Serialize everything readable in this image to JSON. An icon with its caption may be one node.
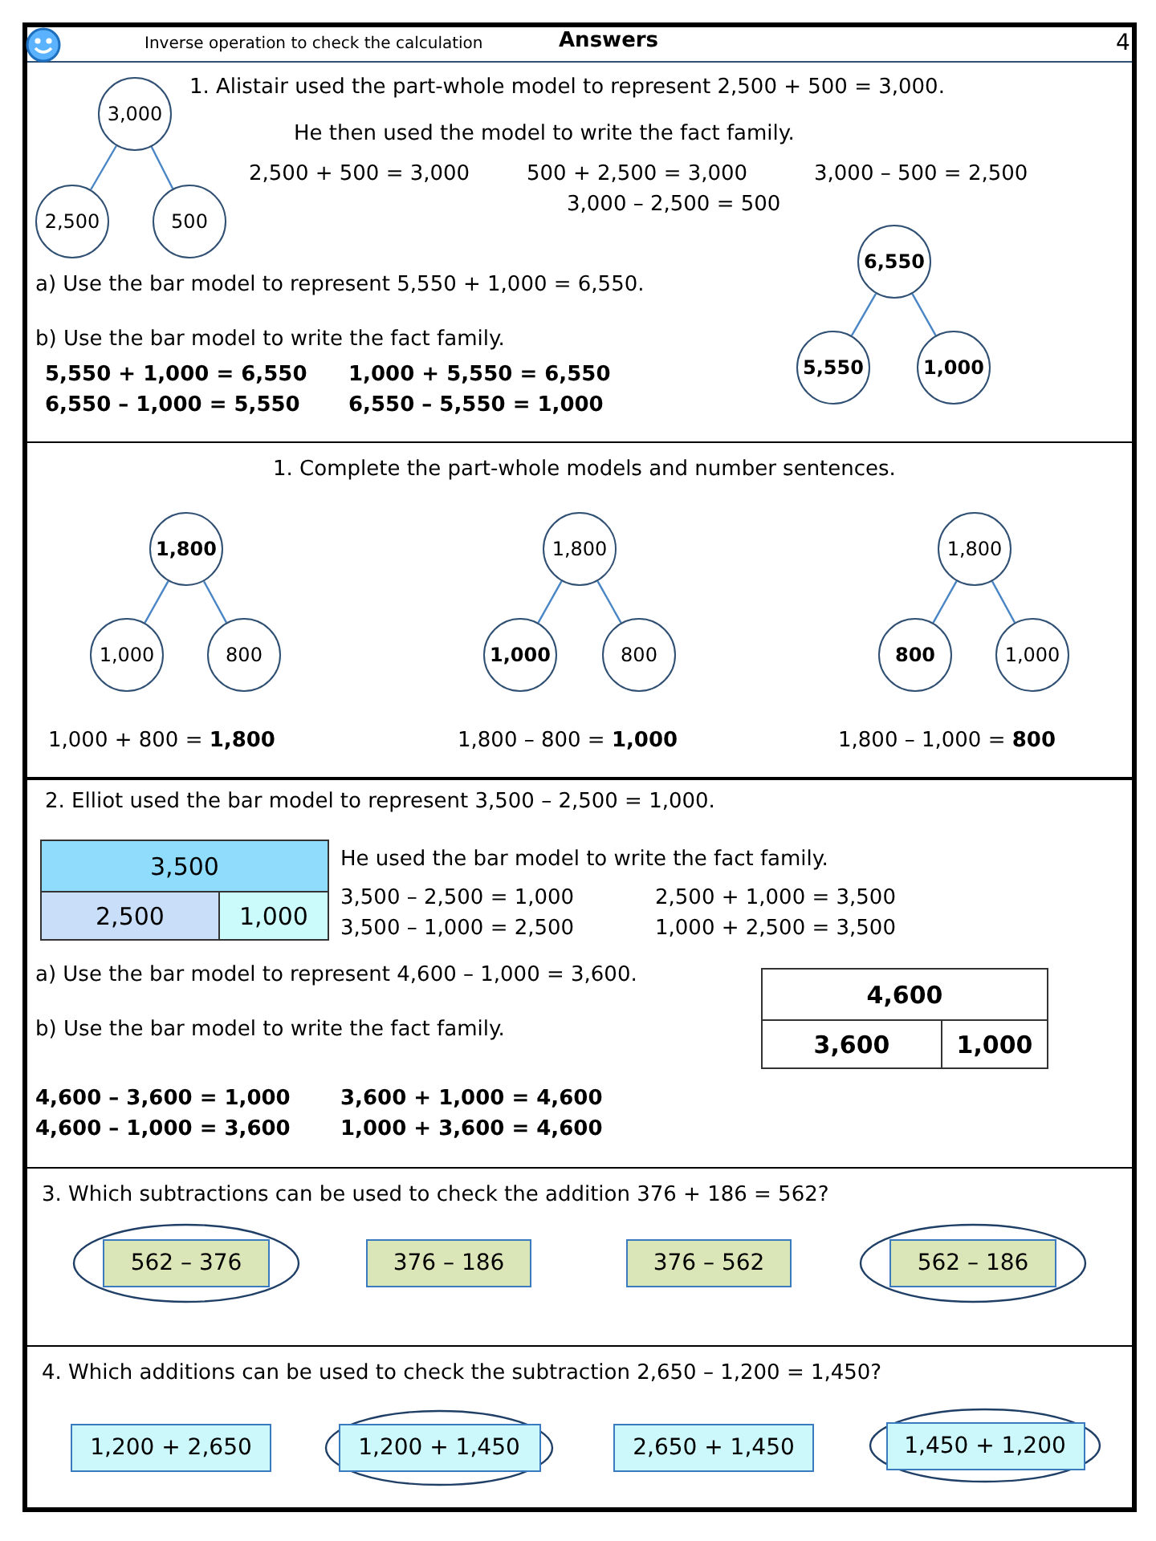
{
  "diagram": {
    "title": "Inverse operation to check the calculation",
    "nodes": [
      {
        "text": [
          "3,000"
        ]
      },
      {
        "text": [
          "2,500"
        ]
      },
      {
        "text": [
          "500"
        ]
      },
      {
        "text": [
          "6,550"
        ]
      },
      {
        "text": [
          "5,550"
        ]
      },
      {
        "text": [
          "1,000"
        ]
      },
      {
        "text": [
          "1,800"
        ]
      },
      {
        "text": [
          "1,000"
        ]
      },
      {
        "text": [
          "800"
        ]
      },
      {
        "text": [
          "1,800"
        ]
      },
      {
        "text": [
          "1,000"
        ]
      },
      {
        "text": [
          "800"
        ]
      },
      {
        "text": [
          "1,800"
        ]
      },
      {
        "text": [
          "800"
        ]
      },
      {
        "text": [
          "1,000"
        ]
      },
      {
        "text": [
          "3,500"
        ]
      },
      {
        "text": [
          "2,500"
        ]
      },
      {
        "text": [
          "1,000"
        ]
      },
      {
        "text": [
          "4,600"
        ]
      },
      {
        "text": [
          "3,600"
        ]
      },
      {
        "text": [
          "1,000"
        ]
      },
      {
        "text": [],
        "shape": "ellipse"
      },
      {
        "text": [
          "562 – 376"
        ],
        "in": 21
      },
      {
        "text": [
          "376 – 186"
        ]
      },
      {
        "text": [
          "376 – 562"
        ]
      },
      {
        "text": [],
        "shape": "ellipse"
      },
      {
        "text": [
          "562 – 186"
        ],
        "in": 25
      },
      {
        "text": [
          "1,200 + 2,650"
        ]
      },
      {
        "text": [],
        "shape": "ellipse"
      },
      {
        "text": [
          "1,200 + 1,450"
        ],
        "in": 28
      },
      {
        "text": [
          "2,650 + 1,450"
        ]
      },
      {
        "text": [],
        "shape": "ellipse"
      },
      {
        "text": [
          "1,450 + 1,200"
        ],
        "in": 31
      }
    ],
    "edges": [
      {
        "from": 0,
        "to": 1,
        "arrow": "none"
      },
      {
        "from": 0,
        "to": 2,
        "arrow": "none"
      },
      {
        "from": 3,
        "to": 4,
        "arrow": "none"
      },
      {
        "from": 3,
        "to": 5,
        "arrow": "none"
      },
      {
        "from": 6,
        "to": 7,
        "arrow": "none"
      },
      {
        "from": 6,
        "to": 8,
        "arrow": "none"
      },
      {
        "from": 9,
        "to": 10,
        "arrow": "none"
      },
      {
        "from": 9,
        "to": 11,
        "arrow": "none"
      },
      {
        "from": 12,
        "to": 13,
        "arrow": "none"
      },
      {
        "from": 12,
        "to": 14,
        "arrow": "none"
      }
    ],
    "labels": [
      "Answers",
      "4",
      "1. Alistair used the part-whole model to represent 2,500 + 500 = 3,000.",
      "He then used the model to write the fact family.",
      "2,500 + 500 = 3,000",
      "500 + 2,500 = 3,000",
      "3,000 – 500 = 2,500",
      "3,000 – 2,500 = 500",
      "a) Use the bar model to represent 5,550 + 1,000 = 6,550.",
      "b) Use the bar model to write the fact family.",
      "5,550 + 1,000 = 6,550",
      "1,000 + 5,550 = 6,550",
      "6,550 – 1,000 = 5,550",
      "6,550 – 5,550 = 1,000",
      "1. Complete the part-whole models and number sentences.",
      "1,000 + 800 = **1,800**",
      "1,800 – 800 = **1,000**",
      "1,800 – 1,000 = **800**",
      "2. Elliot used the bar model to represent 3,500 – 2,500 = 1,000.",
      "He used the bar model to write the fact family.",
      "3,500 – 2,500 = 1,000",
      "2,500 + 1,000 = 3,500",
      "3,500 – 1,000 = 2,500",
      "1,000 + 2,500 = 3,500",
      "a) Use the bar model to represent 4,600 – 1,000 = 3,600.",
      "b) Use the bar model to write the fact family.",
      "4,600 – 3,600 = 1,000",
      "3,600 + 1,000 = 4,600",
      "4,600 – 1,000 = 3,600",
      "1,000 + 3,600 = 4,600",
      "3. Which subtractions can be used to check the addition 376 + 186 = 562?",
      "4. Which additions can be used to check the subtraction 2,650 – 1,200 = 1,450?"
    ]
  }
}
